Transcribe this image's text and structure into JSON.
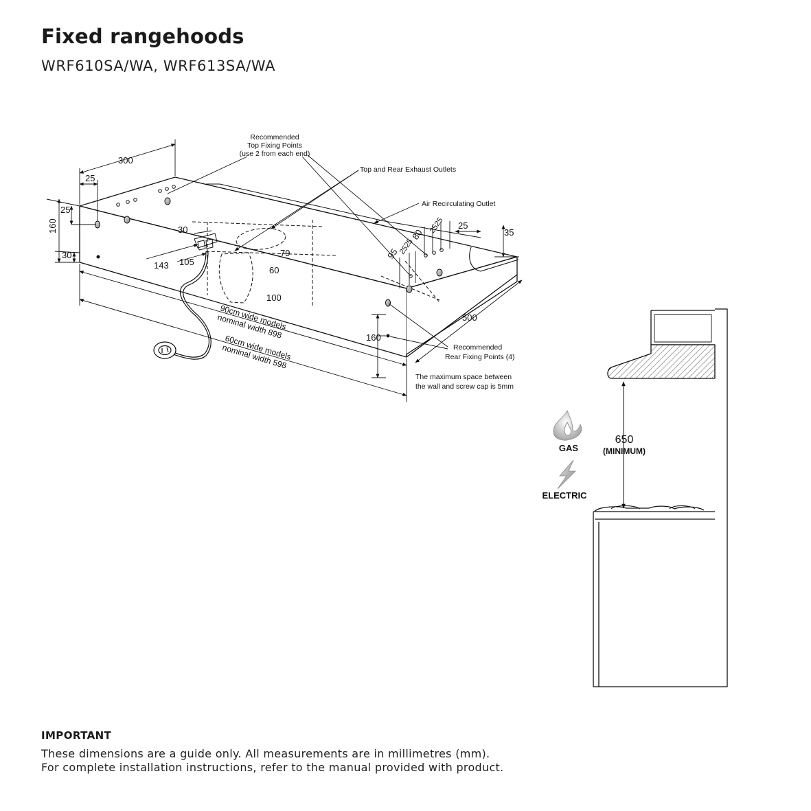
{
  "header": {
    "title": "Fixed rangehoods",
    "subtitle": "WRF610SA/WA, WRF613SA/WA"
  },
  "callouts": {
    "top_fixing_1": "Recommended",
    "top_fixing_2": "Top Fixing Points",
    "top_fixing_3": "(use 2 from each end)",
    "exhaust": "Top and Rear Exhaust Outlets",
    "recirc": "Air Recirculating Outlet",
    "rear_fixing_1": "Recommended",
    "rear_fixing_2": "Rear Fixing Points (4)",
    "max_space_1": "The maximum space between",
    "max_space_2": "the wall and screw cap is 5mm"
  },
  "dimensions": {
    "d300": "300",
    "d25a": "25",
    "d25b": "25",
    "d160a": "160",
    "d30a": "30",
    "d30b": "30",
    "d143": "143",
    "d105": "105",
    "d79": "79",
    "d60": "60",
    "d100": "100",
    "d95": "95",
    "d2525a": "2525",
    "d80": "80",
    "d2525b": "2525",
    "d25c": "25",
    "d35": "35",
    "d500": "500",
    "d160b": "160",
    "width90_1": "90cm wide models",
    "width90_2": "nominal width 898",
    "width60_1": "60cm wide models",
    "width60_2": "nominal width 598"
  },
  "side": {
    "height": "650",
    "height_note": "(MINIMUM)",
    "gas": "GAS",
    "electric": "ELECTRIC"
  },
  "notes": {
    "title": "IMPORTANT",
    "line1": "These dimensions are a guide only. All measurements are in millimetres (mm).",
    "line2": "For complete installation instructions, refer to the manual provided with product."
  }
}
